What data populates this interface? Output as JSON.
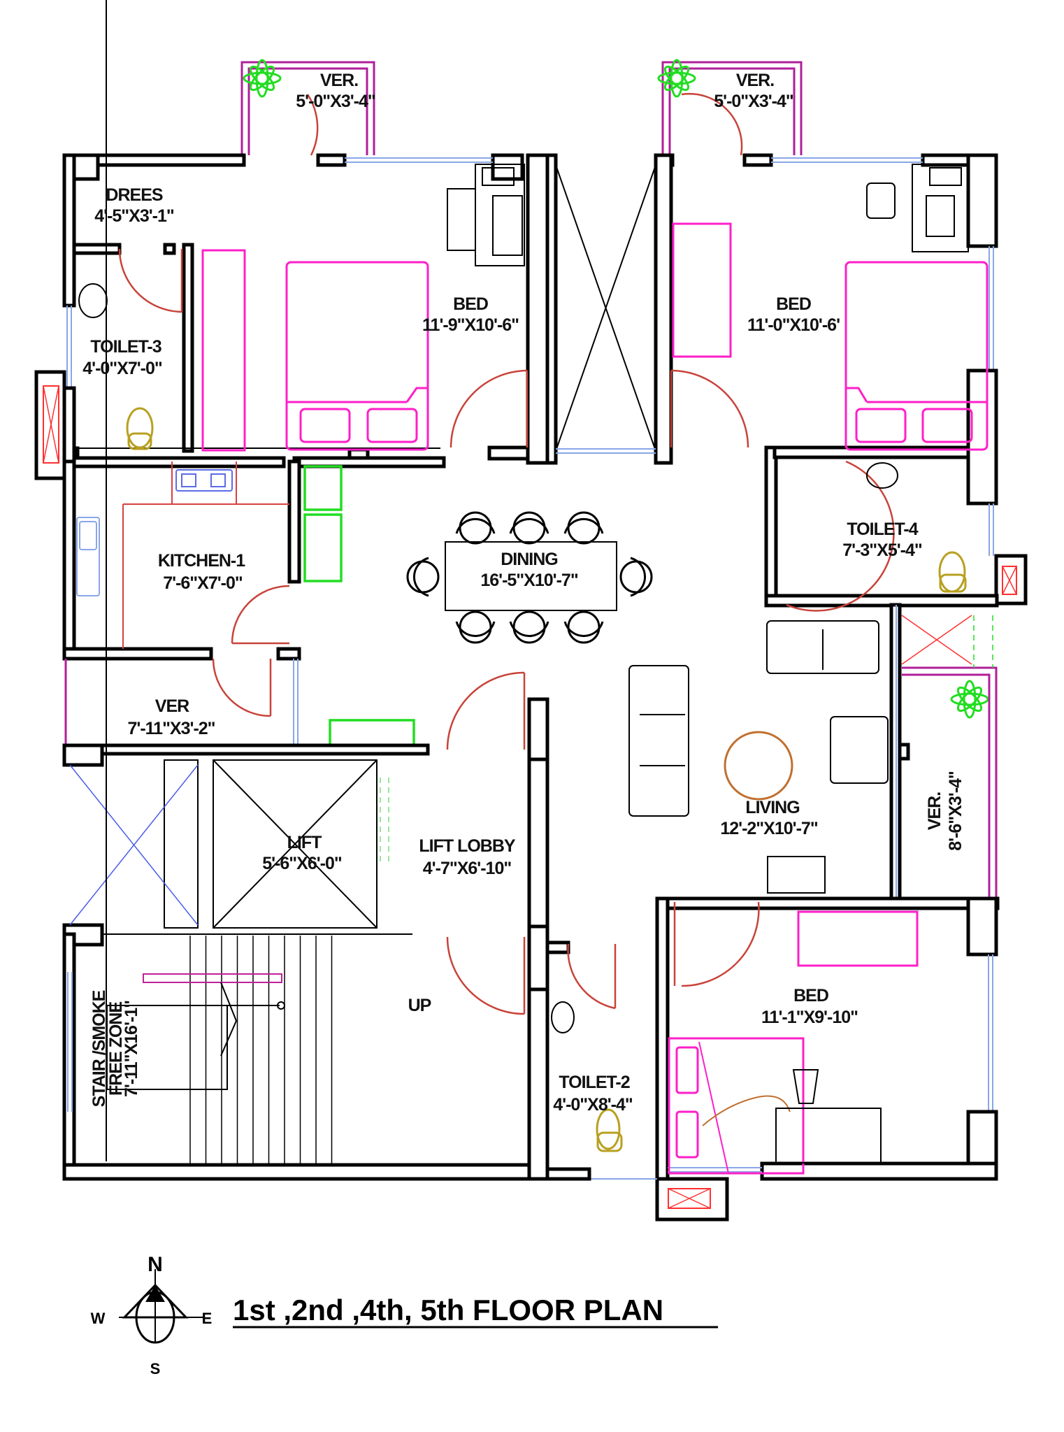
{
  "title": "1st ,2nd ,4th, 5th FLOOR PLAN",
  "compass": {
    "n": "N",
    "s": "S",
    "e": "E",
    "w": "W"
  },
  "rooms": {
    "ver_nw": {
      "name": "VER.",
      "size": "5'-0\"X3'-4\""
    },
    "ver_ne": {
      "name": "VER.",
      "size": "5'-0\"X3'-4\""
    },
    "drees": {
      "name": "DREES",
      "size": "4'-5\"X3'-1\""
    },
    "bed_nw": {
      "name": "BED",
      "size": "11'-9\"X10'-6\""
    },
    "bed_ne": {
      "name": "BED",
      "size": "11'-0\"X10'-6'"
    },
    "toilet3": {
      "name": "TOILET-3",
      "size": "4'-0\"X7'-0\""
    },
    "toilet4": {
      "name": "TOILET-4",
      "size": "7'-3\"X5'-4\""
    },
    "kitchen": {
      "name": "KITCHEN-1",
      "size": "7'-6\"X7'-0\""
    },
    "dining": {
      "name": "DINING",
      "size": "16'-5\"X10'-7\""
    },
    "ver_w": {
      "name": "VER",
      "size": "7'-11\"X3'-2\""
    },
    "lift": {
      "name": "LIFT",
      "size": "5'-6\"X6'-0\""
    },
    "lift_lobby": {
      "name": "LIFT LOBBY",
      "size": "4'-7\"X6'-10\""
    },
    "living": {
      "name": "LIVING",
      "size": "12'-2\"X10'-7\""
    },
    "ver_e": {
      "name": "VER.",
      "size": "8'-6\"X3'-4\""
    },
    "stair": {
      "line1": "STAIR /SMOKE",
      "line2": "FREE ZONE",
      "size": "7'-11\"X16'-1\""
    },
    "bed_se": {
      "name": "BED",
      "size": "11'-1\"X9'-10\""
    },
    "toilet2": {
      "name": "TOILET-2",
      "size": "4'-0\"X8'-4\""
    }
  },
  "stair_direction": "UP",
  "colors": {
    "wall": "#000000",
    "window": "#8aa6e8",
    "door": "#c8433a",
    "furniture_pink": "#ff1fc8",
    "planter_green": "#22dd22",
    "parapet_purple": "#b01f9a",
    "wc_olive": "#b8a020",
    "table_brown": "#c07030"
  }
}
